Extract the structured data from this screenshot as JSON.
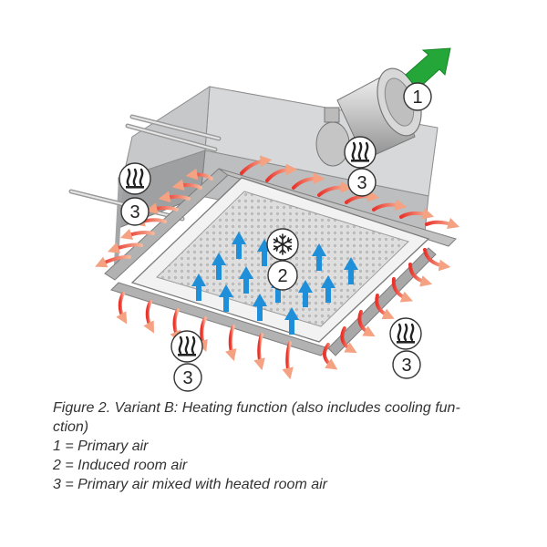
{
  "caption": {
    "title_line1": "Figure 2. Variant B: Heating function (also includes cooling fun-",
    "title_line2": "ction)",
    "legend": [
      "1 = Primary air",
      "2 = Induced room air",
      "3 = Primary air mixed with heated room air"
    ]
  },
  "markers": {
    "primary": "1",
    "induced": "2",
    "mixed": "3"
  },
  "icons": {
    "heat": "heat-waves-icon",
    "cool": "snowflake-icon",
    "inlet": "arrow-icon"
  },
  "colors": {
    "housing": "#cfd0d1",
    "panel": "#eeeeee",
    "induced_arrow": "#1e8fd8",
    "mixed_arrow": "#ee4a36",
    "primary_arrow": "#25a638"
  }
}
